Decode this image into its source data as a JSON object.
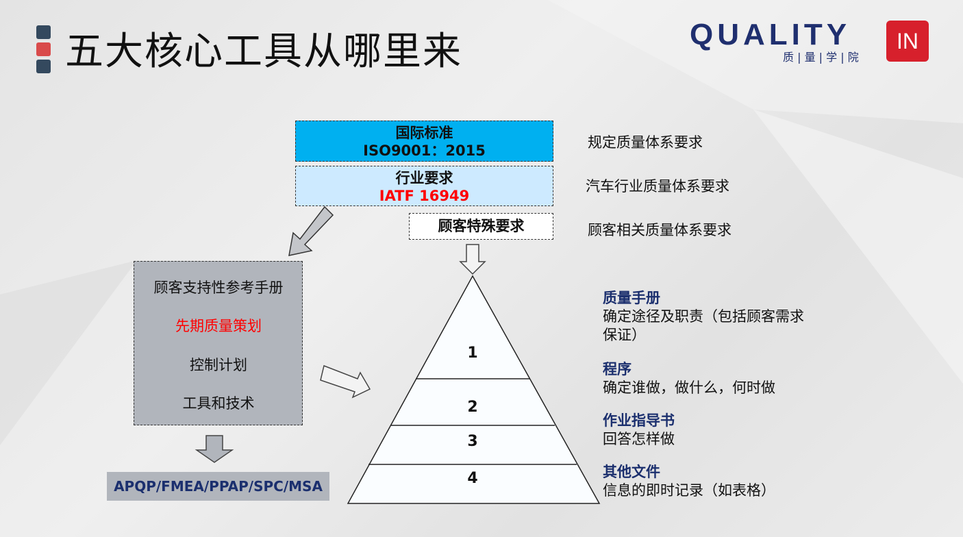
{
  "title": "五大核心工具从哪里来",
  "logo": {
    "text": "QUALITY",
    "sub": "质 | 量 | 学 | 院",
    "badge": "IN"
  },
  "boxes": {
    "intl": {
      "line1": "国际标准",
      "line2": "ISO9001：2015",
      "desc": "规定质量体系要求"
    },
    "industry": {
      "line1": "行业要求",
      "line2": "IATF 16949",
      "desc": "汽车行业质量体系要求"
    },
    "customer": {
      "line1": "顾客特殊要求",
      "desc": "顾客相关质量体系要求"
    }
  },
  "manual_box": {
    "items": [
      "顾客支持性参考手册",
      "先期质量策划",
      "控制计划",
      "工具和技术"
    ]
  },
  "tools": "APQP/FMEA/PPAP/SPC/MSA",
  "pyramid": {
    "levels": [
      "1",
      "2",
      "3",
      "4"
    ]
  },
  "levels": [
    {
      "title": "质量手册",
      "desc": "确定途径及职责（包括顾客需求保证）"
    },
    {
      "title": "程序",
      "desc": "确定谁做，做什么，何时做"
    },
    {
      "title": "作业指导书",
      "desc": "回答怎样做"
    },
    {
      "title": "其他文件",
      "desc": "信息的即时记录（如表格）"
    }
  ],
  "colors": {
    "intl": "#00b0f0",
    "industry": "#cdeaff",
    "red": "#ff0000",
    "navy": "#1b2f6e",
    "gray": "#b1b5bc"
  }
}
